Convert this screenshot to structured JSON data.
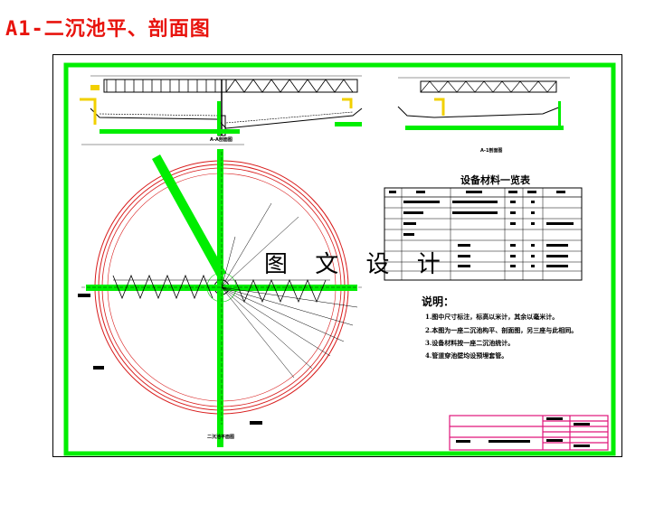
{
  "page": {
    "title": "A1-二沉池平、剖面图",
    "watermark": "图 文 设 计"
  },
  "drawing": {
    "equipment_table_title": "设备材料一览表",
    "notes_heading": "说明：",
    "notes": [
      "1.图中尺寸标注，标高以米计，其余以毫米计。",
      "2.本图为一座二沉池构平、剖面图，另三座与此相同。",
      "3.设备材料按一座二沉池统计。",
      "4.管道穿池壁均设预埋套管。"
    ],
    "section_labels": {
      "section_a": "A-A剖面图",
      "section_b": "A-1剖面图",
      "plan": "二沉池平面图"
    },
    "colors": {
      "frame": "#00ee00",
      "pipe": "#00ee00",
      "tank_ring": "#d81b1b",
      "title_block": "#e0147a",
      "accent": "#e8140e"
    }
  }
}
